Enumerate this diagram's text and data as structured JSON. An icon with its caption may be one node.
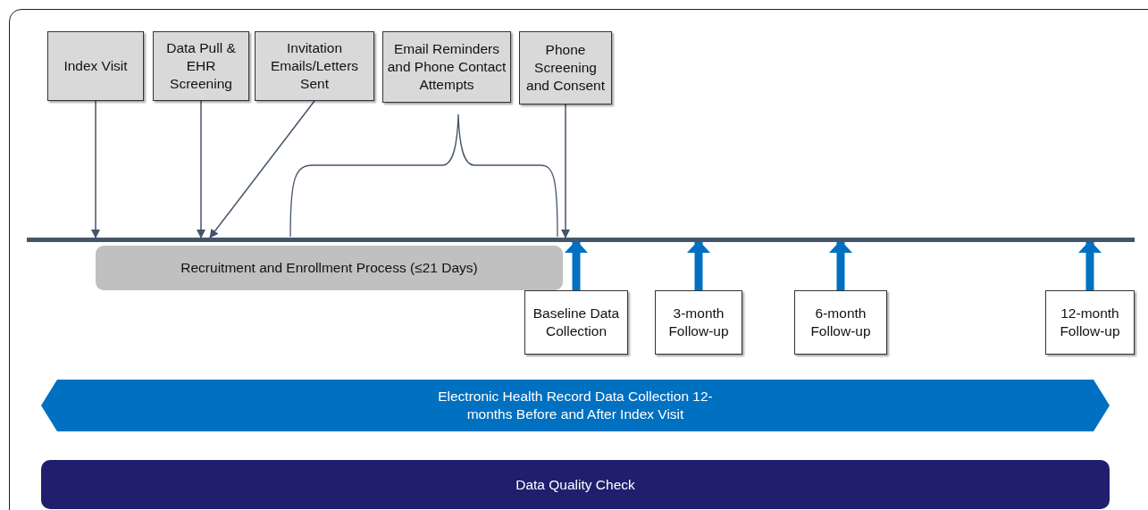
{
  "diagram": {
    "nodes": [
      {
        "text": [
          "Index Visit"
        ]
      },
      {
        "text": [
          "Data Pull & EHR Screening"
        ]
      },
      {
        "text": [
          "Invitation Emails/Letters Sent"
        ]
      },
      {
        "text": [
          "Email Reminders and Phone Contact Attempts"
        ]
      },
      {
        "text": [
          "Phone Screening and Consent"
        ]
      },
      {
        "text": [],
        "shape": "bar"
      },
      {
        "text": [
          "Recruitment and Enrollment Process (≤21 Days)"
        ]
      },
      {
        "text": [
          "Baseline Data Collection"
        ]
      },
      {
        "text": [
          "3-month Follow-up"
        ]
      },
      {
        "text": [
          "6-month Follow-up"
        ]
      },
      {
        "text": [
          "12-month Follow-up"
        ]
      },
      {
        "text": [
          "Electronic Health Record Data Collection 12-months Before and After Index Visit"
        ]
      },
      {
        "text": [
          "Data Quality Check"
        ]
      }
    ],
    "edges": [
      {
        "from": 0,
        "to": 5,
        "arrow": "to"
      },
      {
        "from": 1,
        "to": 5,
        "arrow": "to"
      },
      {
        "from": 2,
        "to": 5,
        "arrow": "to"
      },
      {
        "from": 4,
        "to": 5,
        "arrow": "to"
      },
      {
        "from": 7,
        "to": 5,
        "arrow": "to",
        "style": "thick",
        "color": "#0070c0"
      },
      {
        "from": 8,
        "to": 5,
        "arrow": "to",
        "style": "thick",
        "color": "#0070c0"
      },
      {
        "from": 9,
        "to": 5,
        "arrow": "to",
        "style": "thick",
        "color": "#0070c0"
      },
      {
        "from": 10,
        "to": 5,
        "arrow": "to",
        "style": "thick",
        "color": "#0070c0"
      }
    ]
  }
}
